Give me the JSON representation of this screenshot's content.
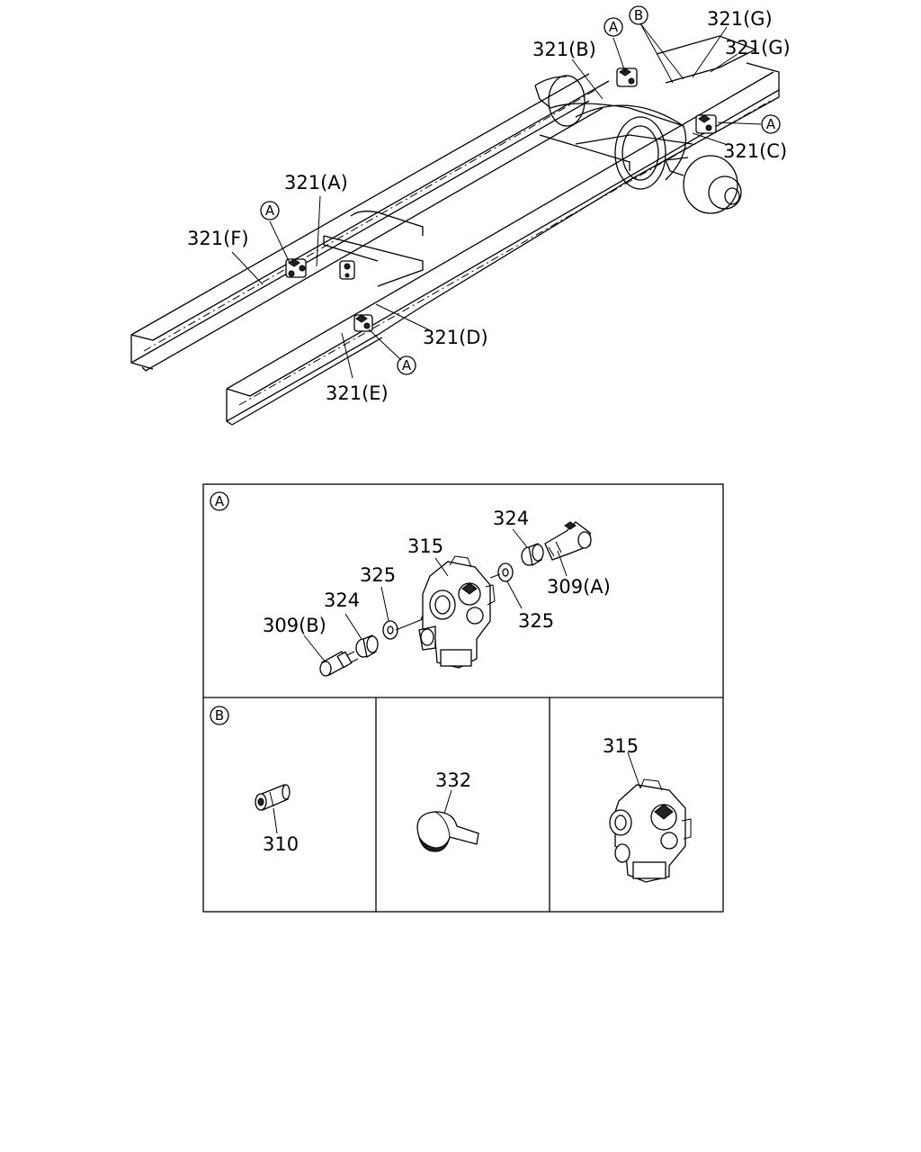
{
  "frame_diagram": {
    "callouts": {
      "a1": "A",
      "a2": "A",
      "a3": "A",
      "a4": "A",
      "b1": "B"
    },
    "labels": {
      "l_321b": "321(B)",
      "l_321g1": "321(G)",
      "l_321g2": "321(G)",
      "l_321c": "321(C)",
      "l_321a": "321(A)",
      "l_321f": "321(F)",
      "l_321d": "321(D)",
      "l_321e": "321(E)"
    }
  },
  "detail_a": {
    "tag": "A",
    "labels": {
      "p315": "315",
      "p324a": "324",
      "p325a": "325",
      "p324b": "324",
      "p309b": "309(B)",
      "p309a": "309(A)",
      "p325b": "325"
    }
  },
  "detail_b": {
    "tag": "B",
    "labels": {
      "p310": "310"
    }
  },
  "detail_c": {
    "labels": {
      "p332": "332"
    }
  },
  "detail_d": {
    "labels": {
      "p315": "315"
    }
  }
}
